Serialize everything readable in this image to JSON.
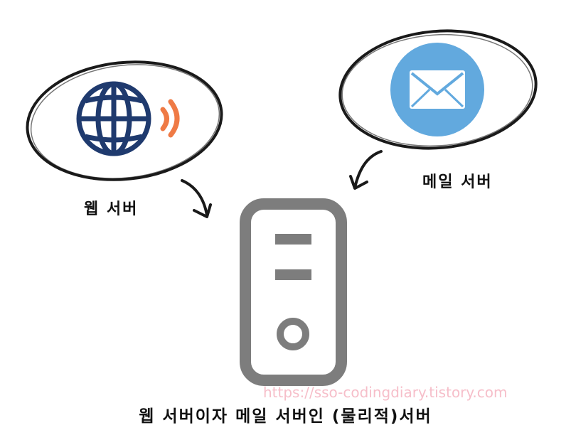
{
  "nodes": {
    "web_server": {
      "label": "웹 서버",
      "icon": "globe-icon",
      "signal_icon": "signal-waves-icon"
    },
    "mail_server": {
      "label": "메일 서버",
      "icon": "envelope-icon"
    },
    "physical_server": {
      "icon": "server-tower-icon"
    }
  },
  "caption": "웹 서버이자 메일 서버인 (물리적)서버",
  "watermark": "https://sso-codingdiary.tistory.com",
  "colors": {
    "globe": "#1f3a6e",
    "signal": "#ef7a45",
    "mail_circle": "#62a9de",
    "server": "#7d7d7d",
    "sketch": "#1a1a1a",
    "watermark": "#f4a9b8"
  }
}
